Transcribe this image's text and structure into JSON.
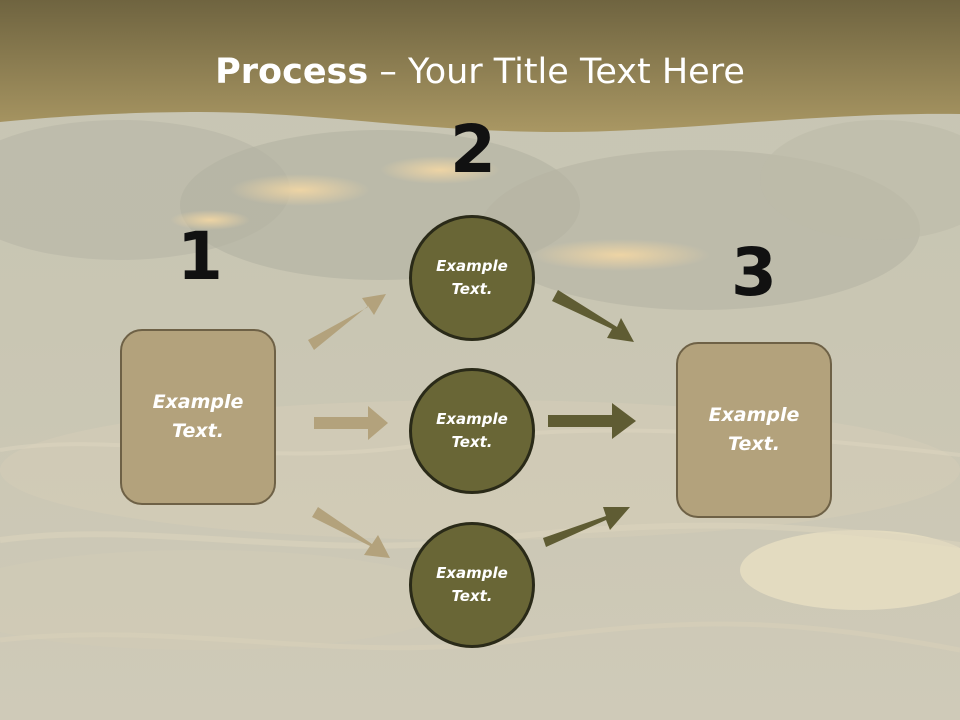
{
  "title": {
    "bold": "Process",
    "rest": " – Your Title Text Here"
  },
  "steps": [
    {
      "number": "1",
      "line1": "Example",
      "line2": "Text."
    },
    {
      "number": "2",
      "line1": "Example",
      "line2": "Text."
    },
    {
      "number": "3",
      "line1": "Example",
      "line2": "Text."
    }
  ],
  "middle": [
    {
      "line1": "Example",
      "line2": "Text."
    },
    {
      "line1": "Example",
      "line2": "Text."
    },
    {
      "line1": "Example",
      "line2": "Text."
    }
  ],
  "colors": {
    "header_band": "#a18e5d",
    "box_fill": "#b3a27c",
    "circle_fill": "#696636",
    "arrow_light": "#b3a27c",
    "arrow_dark": "#5f5c33"
  }
}
